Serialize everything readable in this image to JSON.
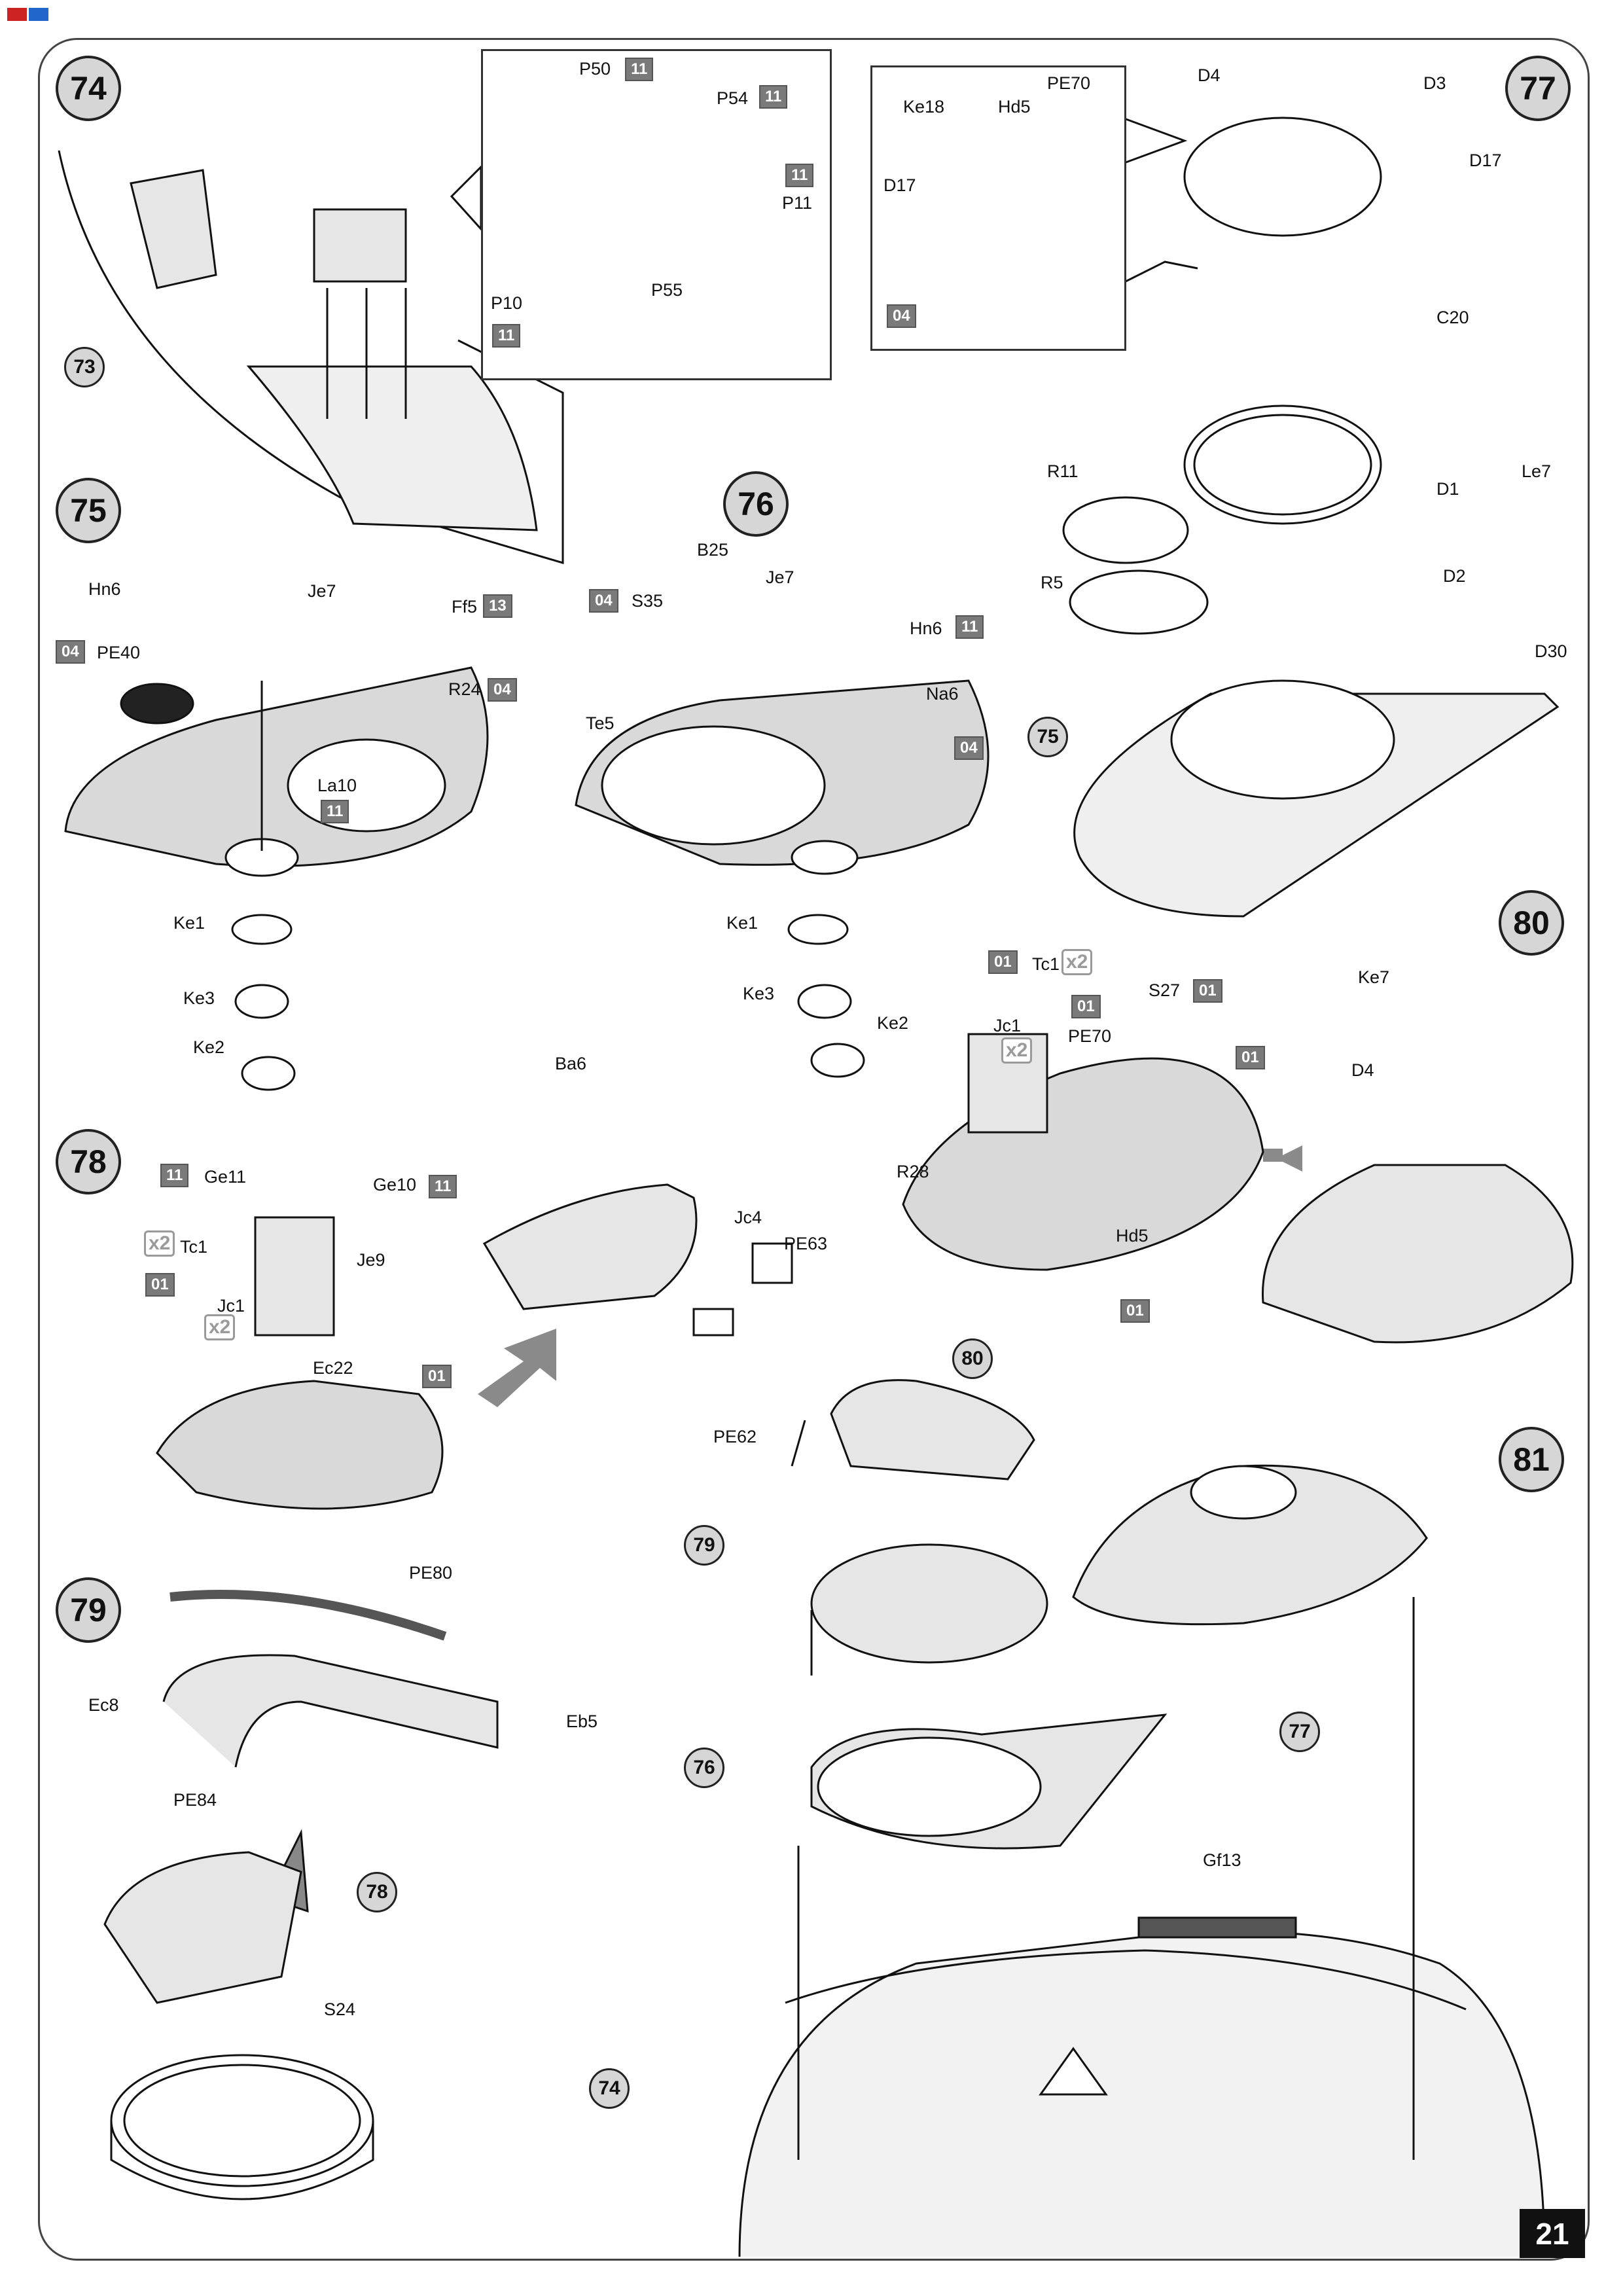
{
  "page_number": "21",
  "steps": [
    {
      "id": "s74",
      "number": "74"
    },
    {
      "id": "s75",
      "number": "75"
    },
    {
      "id": "s76",
      "number": "76"
    },
    {
      "id": "s77",
      "number": "77"
    },
    {
      "id": "s78",
      "number": "78"
    },
    {
      "id": "s79",
      "number": "79"
    },
    {
      "id": "s80",
      "number": "80"
    },
    {
      "id": "s81",
      "number": "81"
    }
  ],
  "refs": {
    "r73": "73",
    "r75": "75",
    "r80": "80",
    "r79": "79",
    "r76": "76",
    "r77": "77",
    "r78": "78",
    "r74": "74"
  },
  "labels": {
    "P50": "P50",
    "P54": "P54",
    "P11": "P11",
    "P10": "P10",
    "P55": "P55",
    "Ke18": "Ke18",
    "Hd5a": "Hd5",
    "PE70a": "PE70",
    "D17a": "D17",
    "D4a": "D4",
    "D3": "D3",
    "D17b": "D17",
    "C20": "C20",
    "R11": "R11",
    "D1": "D1",
    "Le7": "Le7",
    "R5": "R5",
    "D2": "D2",
    "D30": "D30",
    "Hn6a": "Hn6",
    "Je7a": "Je7",
    "PE40": "PE40",
    "Ff5": "Ff5",
    "R24": "R24",
    "La10": "La10",
    "Ke1a": "Ke1",
    "Ke3a": "Ke3",
    "Ke2a": "Ke2",
    "B25": "B25",
    "S35": "S35",
    "Je7b": "Je7",
    "Hn6b": "Hn6",
    "Te5": "Te5",
    "Na6": "Na6",
    "Ke1b": "Ke1",
    "Ke3b": "Ke3",
    "Ke2b": "Ke2",
    "Tc1a": "Tc1",
    "Jc1a": "Jc1",
    "S27": "S27",
    "PE70b": "PE70",
    "R28": "R28",
    "Hd5b": "Hd5",
    "Ke7": "Ke7",
    "D4b": "D4",
    "Ge11": "Ge11",
    "Ge10": "Ge10",
    "Je9": "Je9",
    "Tc1b": "Tc1",
    "Jc1b": "Jc1",
    "Ec22": "Ec22",
    "Ba6": "Ba6",
    "Jc4": "Jc4",
    "PE63": "PE63",
    "PE62": "PE62",
    "PE80": "PE80",
    "Ec8": "Ec8",
    "Eb5": "Eb5",
    "PE84": "PE84",
    "S24": "S24",
    "Gf13": "Gf13"
  },
  "tags": {
    "t11a": "11",
    "t11b": "11",
    "t11c": "11",
    "t11d": "11",
    "t04a": "04",
    "t13": "13",
    "t04b": "04",
    "t04c": "04",
    "t11e": "11",
    "t04d": "04",
    "t11f": "11",
    "t04e": "04",
    "t01a": "01",
    "t01b": "01",
    "t01c": "01",
    "t01d": "01",
    "t01e": "01",
    "t11g": "11",
    "t11h": "11",
    "t01f": "01",
    "t01g": "01"
  },
  "x2": {
    "xa": "x2",
    "xb": "x2",
    "xc": "x2",
    "xd": "x2"
  },
  "colors": {
    "part_gray": "#d9d9d9",
    "tag_gray": "#7a7a7a",
    "line": "#111111",
    "arrow_gray": "#8a8a8a"
  }
}
